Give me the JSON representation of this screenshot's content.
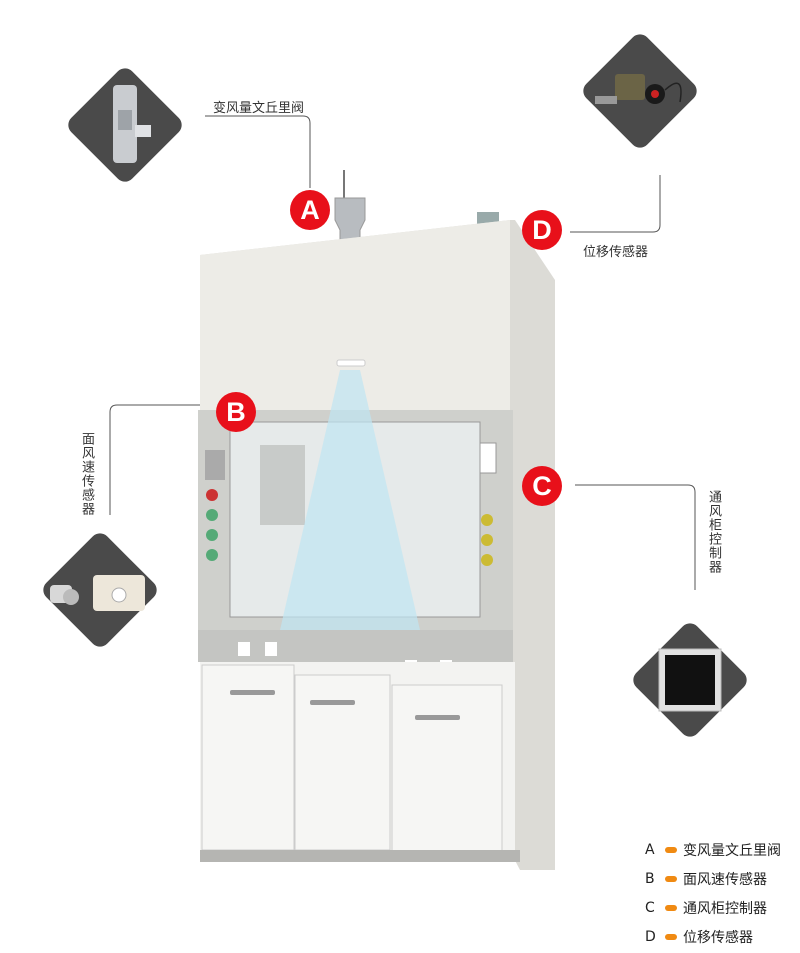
{
  "callouts": {
    "A": {
      "letter": "A",
      "label": "变风量文丘里阀",
      "icon": "venturi-valve"
    },
    "B": {
      "letter": "B",
      "label": "面风速传感器",
      "icon": "face-velocity-sensor"
    },
    "C": {
      "letter": "C",
      "label": "通风柜控制器",
      "icon": "fume-hood-controller"
    },
    "D": {
      "letter": "D",
      "label": "位移传感器",
      "icon": "displacement-sensor"
    }
  },
  "legend": [
    {
      "letter": "A",
      "label": "变风量文丘里阀"
    },
    {
      "letter": "B",
      "label": "面风速传感器"
    },
    {
      "letter": "C",
      "label": "通风柜控制器"
    },
    {
      "letter": "D",
      "label": "位移传感器"
    }
  ],
  "colors": {
    "marker": "#e8101a",
    "legend_dash": "#f08a12",
    "diamond": "#4a4a4a"
  }
}
